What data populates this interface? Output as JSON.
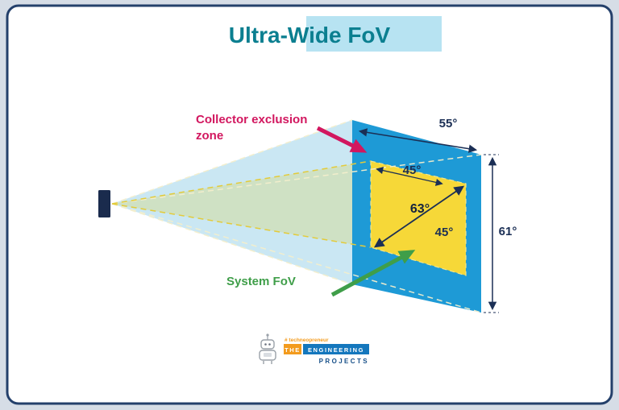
{
  "title": "Ultra-Wide FoV",
  "diagram": {
    "collector_label_line1": "Collector exclusion",
    "collector_label_line2": "zone",
    "system_fov_label": "System FoV",
    "angles": {
      "horizontal_outer": "55°",
      "system_horizontal": "45°",
      "system_diagonal": "63°",
      "system_vertical": "45°",
      "vertical_outer": "61°"
    }
  },
  "logo": {
    "tagline": "# techneopreneur",
    "word_the": "THE",
    "word_engineering": "ENGINEERING",
    "word_projects": "PROJECTS"
  },
  "colors": {
    "card_border": "#24406b",
    "title_teal": "#0b7f90",
    "title_highlight": "#b7e3f2",
    "outer_fov_blue": "#1e9ad6",
    "cone_light_blue": "#9fd4ea",
    "cone_green": "#cfe0b8",
    "system_fov_yellow": "#f6d838",
    "dimension_navy": "#1b2f55",
    "collector_magenta": "#d2175f",
    "system_green": "#3f9e49",
    "sensor_navy": "#1a2b4d",
    "logo_orange": "#f39b1d",
    "logo_blue": "#1477bd",
    "logo_navy": "#164f88"
  }
}
